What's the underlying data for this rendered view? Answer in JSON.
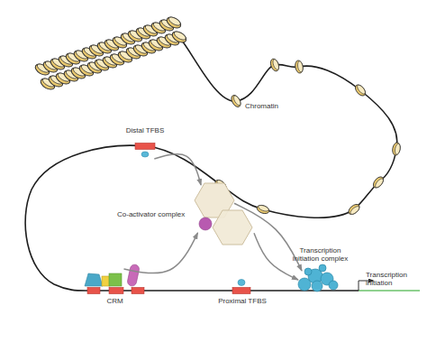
{
  "diagram": {
    "nodes": [
      {
        "text": [
          "Distal TFBS"
        ]
      },
      {
        "text": [
          "Co-activator complex"
        ]
      },
      {
        "text": [
          "Transcription initiation complex"
        ]
      },
      {
        "text": [
          "CRM"
        ]
      },
      {
        "text": [
          "Proximal TFBS"
        ]
      }
    ],
    "edges": [
      {
        "from": 0,
        "to": 1,
        "arrow": "to"
      },
      {
        "from": 3,
        "to": 1,
        "arrow": "to"
      },
      {
        "from": 1,
        "to": 2,
        "arrow": "to"
      },
      {
        "from": 1,
        "to": 2,
        "arrow": "to"
      }
    ],
    "labels": [
      "Chromatin",
      "Transcription initiation"
    ]
  }
}
